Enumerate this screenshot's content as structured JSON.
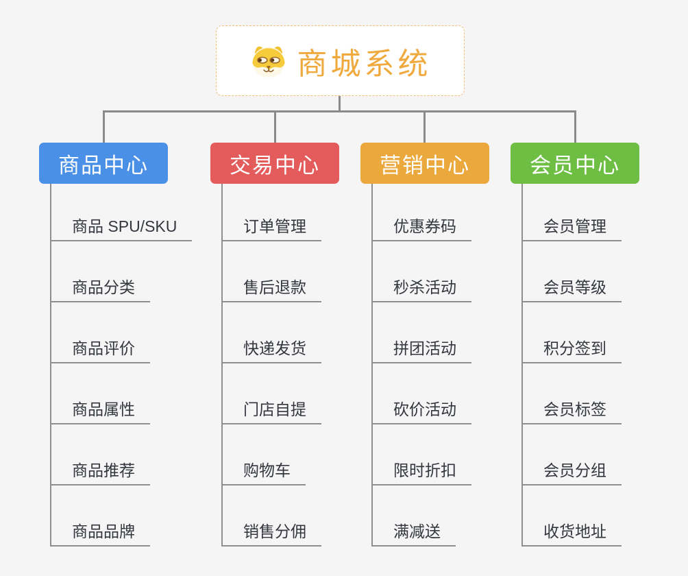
{
  "root": {
    "title": "商城系统",
    "icon": "dog-face-icon",
    "title_color": "#efa93c",
    "border_color": "#f2bd75",
    "background": "#ffffff"
  },
  "canvas": {
    "background": "#f5f5f6",
    "connector_color": "#8a8a8a",
    "leaf_text_color": "#33373d",
    "leaf_underline_color": "#8e8e8e"
  },
  "branches": [
    {
      "id": "product-center",
      "label": "商品中心",
      "color": "#4a90e6",
      "text_color": "#ffffff",
      "children": [
        "商品 SPU/SKU",
        "商品分类",
        "商品评价",
        "商品属性",
        "商品推荐",
        "商品品牌"
      ]
    },
    {
      "id": "trade-center",
      "label": "交易中心",
      "color": "#e45b5b",
      "text_color": "#ffffff",
      "children": [
        "订单管理",
        "售后退款",
        "快递发货",
        "门店自提",
        "购物车",
        "销售分佣"
      ]
    },
    {
      "id": "marketing-center",
      "label": "营销中心",
      "color": "#eba93d",
      "text_color": "#ffffff",
      "children": [
        "优惠券码",
        "秒杀活动",
        "拼团活动",
        "砍价活动",
        "限时折扣",
        "满减送"
      ]
    },
    {
      "id": "member-center",
      "label": "会员中心",
      "color": "#6fbe44",
      "text_color": "#ffffff",
      "children": [
        "会员管理",
        "会员等级",
        "积分签到",
        "会员标签",
        "会员分组",
        "收货地址"
      ]
    }
  ]
}
